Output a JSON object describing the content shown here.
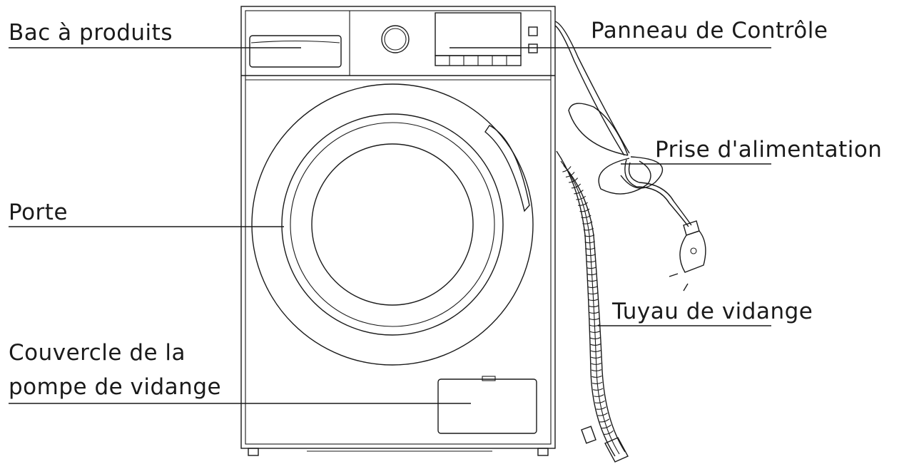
{
  "labels": {
    "detergent_drawer": "Bac à produits",
    "control_panel": "Panneau de Contrôle",
    "power_plug": "Prise d'alimentation",
    "door": "Porte",
    "drain_hose": "Tuyau de vidange",
    "pump_cover_line1": "Couvercle de la",
    "pump_cover_line2": "pompe de vidange"
  }
}
